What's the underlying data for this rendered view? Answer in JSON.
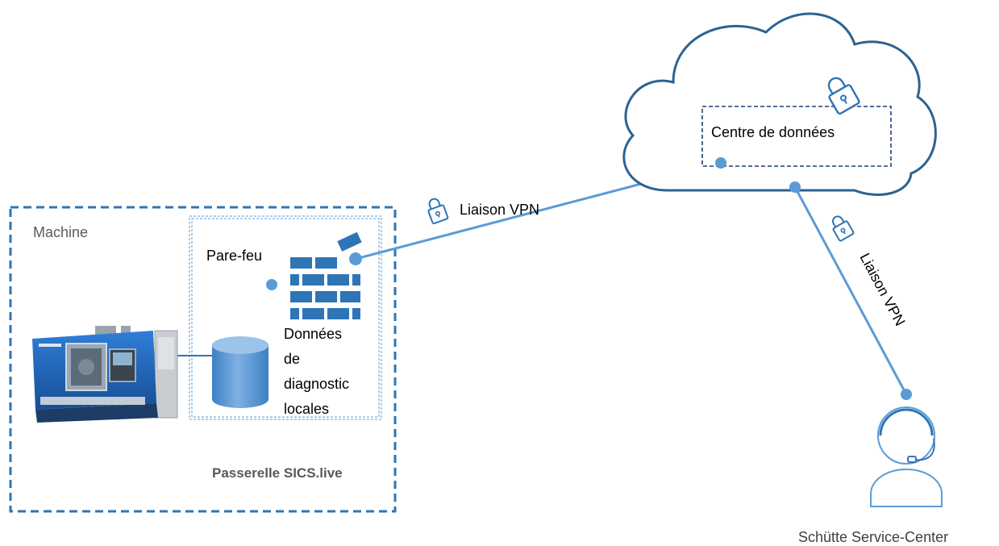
{
  "labels": {
    "machine": "Machine",
    "firewall": "Pare-feu",
    "local_data": [
      "Données",
      "de",
      "diagnostic",
      "locales"
    ],
    "gateway": "Passerelle SICS.live",
    "vpn_left": "Liaison VPN",
    "vpn_right": "Liaison VPN",
    "datacenter": "Centre de données",
    "service_center": "Schütte Service-Center"
  },
  "colors": {
    "primary_blue": "#2e75b6",
    "dark_navy": "#1f3f73",
    "cloud_outline": "#2b6391",
    "line_blue": "#5b9bd5",
    "dot_blue": "#5b9bd5",
    "text_dark": "#000000",
    "text_gray": "#595959",
    "machine_blue": "#1f62b0"
  },
  "icons": {
    "lock": "padlock-icon",
    "brick_wall": "firewall-brick-icon",
    "database": "database-cylinder-icon",
    "agent": "headset-agent-icon",
    "machine": "cnc-machine-icon",
    "cloud": "cloud-icon"
  }
}
